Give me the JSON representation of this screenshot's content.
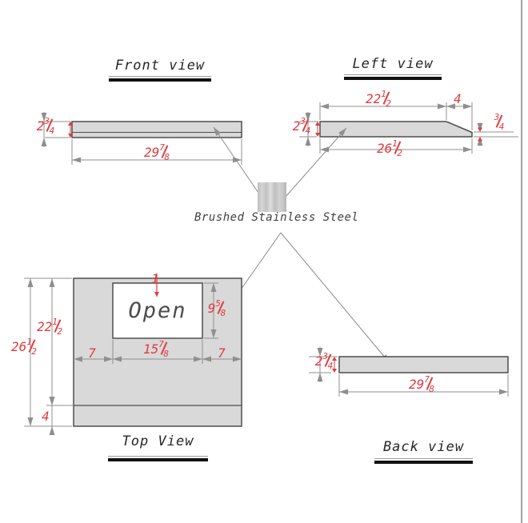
{
  "drawing": {
    "material": {
      "label": "Brushed Stainless Steel"
    },
    "colors": {
      "dimension_red": "#e23b3f",
      "line_gray": "#8f8f8f",
      "part_fill": "#d9d9d9",
      "part_stroke": "#4d4d4d",
      "title_text": "#262626"
    },
    "views": {
      "front": {
        "title": "Front view",
        "width": {
          "whole": "29",
          "num": "7",
          "den": "8"
        },
        "thickness": {
          "whole": "2",
          "num": "3",
          "den": "4"
        }
      },
      "left": {
        "title": "Left view",
        "top_length": {
          "whole": "22",
          "num": "1",
          "den": "2"
        },
        "taper_length": {
          "whole": "4"
        },
        "bottom_length": {
          "whole": "26",
          "num": "1",
          "den": "2"
        },
        "thickness_left": {
          "whole": "2",
          "num": "3",
          "den": "4"
        },
        "thickness_right": {
          "num": "3",
          "den": "4"
        }
      },
      "top": {
        "title": "Top View",
        "window_label": "Open",
        "overall_depth": {
          "whole": "26",
          "num": "1",
          "den": "2"
        },
        "front_depth": {
          "whole": "22",
          "num": "1",
          "den": "2"
        },
        "back_strip": {
          "whole": "4"
        },
        "left_margin": {
          "whole": "7"
        },
        "window_width": {
          "whole": "15",
          "num": "7",
          "den": "8"
        },
        "right_margin": {
          "whole": "7"
        },
        "window_height": {
          "whole": "9",
          "num": "5",
          "den": "8"
        },
        "top_gap": {
          "whole": "1"
        }
      },
      "back": {
        "title": "Back view",
        "width": {
          "whole": "29",
          "num": "7",
          "den": "8"
        },
        "thickness": {
          "whole": "2",
          "num": "3",
          "den": "4"
        }
      }
    }
  }
}
